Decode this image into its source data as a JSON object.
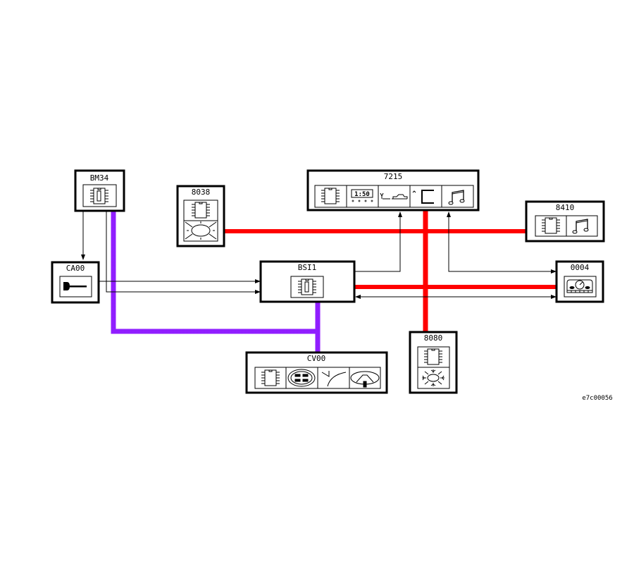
{
  "diagram": {
    "reference_code": "e7c00056",
    "colors": {
      "can_bus": "#ff0000",
      "van_bus": "#8a2be2",
      "wire": "#000000",
      "box_border": "#000000",
      "background": "#ffffff"
    },
    "modules": [
      {
        "id": "BM34",
        "label": "BM34",
        "icons": [
          "ecu-chip-icon"
        ]
      },
      {
        "id": "8038",
        "label": "8038",
        "icons": [
          "ecu-chip-icon",
          "light-sun-icon"
        ]
      },
      {
        "id": "7215",
        "label": "7215",
        "icons": [
          "ecu-chip-icon",
          "clock-display-icon",
          "antenna-car-icon",
          "bracket-icon",
          "music-note-icon"
        ]
      },
      {
        "id": "8410",
        "label": "8410",
        "icons": [
          "ecu-chip-icon",
          "music-note-icon"
        ]
      },
      {
        "id": "CA00",
        "label": "CA00",
        "icons": [
          "ignition-key-icon"
        ]
      },
      {
        "id": "BSI1",
        "label": "BSI1",
        "icons": [
          "ecu-chip-icon"
        ]
      },
      {
        "id": "0004",
        "label": "0004",
        "icons": [
          "instrument-panel-icon"
        ]
      },
      {
        "id": "CV00",
        "label": "CV00",
        "icons": [
          "ecu-chip-icon",
          "connector-icon",
          "stalk-icon",
          "steering-wheel-icon"
        ]
      },
      {
        "id": "8080",
        "label": "8080",
        "icons": [
          "ecu-chip-icon",
          "climate-snowflake-icon"
        ]
      }
    ],
    "connections": [
      {
        "from": "BM34",
        "to": "CA00",
        "type": "wire",
        "arrow": "to"
      },
      {
        "from": "CA00",
        "to": "BSI1",
        "type": "wire",
        "arrow": "to"
      },
      {
        "from": "BM34",
        "to": "BSI1",
        "type": "wire",
        "arrow": "to"
      },
      {
        "from": "BM34",
        "to": "CV00",
        "type": "van_bus"
      },
      {
        "from": "BSI1",
        "to": "CV00",
        "type": "van_bus"
      },
      {
        "from": "8038",
        "to": "8410",
        "type": "can_bus"
      },
      {
        "from": "7215",
        "to": "8080",
        "type": "can_bus"
      },
      {
        "from": "BSI1",
        "to": "0004",
        "type": "can_bus"
      },
      {
        "from": "BSI1",
        "to": "7215",
        "type": "wire",
        "arrow": "to"
      },
      {
        "from": "0004",
        "to": "7215",
        "type": "wire",
        "arrow": "both"
      },
      {
        "from": "0004",
        "to": "BSI1",
        "type": "wire",
        "arrow": "both"
      }
    ]
  }
}
